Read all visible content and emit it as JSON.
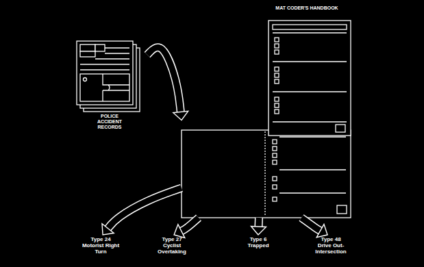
{
  "diagram": {
    "nodes": [
      {
        "text": [
          "POLICE ACCIDENT RECORDS"
        ]
      },
      {
        "text": [
          "MAT CODER'S HANDBOOK"
        ]
      },
      {
        "text": [
          "Type 24",
          "Motorist Right Turn"
        ]
      },
      {
        "text": [
          "Type 27",
          "Cyclist Overtaking"
        ]
      },
      {
        "text": [
          "Type 6",
          "Trapped"
        ]
      },
      {
        "text": [
          "Type 48",
          "Drive Out-Intersection"
        ]
      }
    ],
    "edges": [
      {
        "from": 0,
        "to": 1,
        "arrow": "to"
      },
      {
        "from": 1,
        "to": 2,
        "arrow": "to"
      },
      {
        "from": 1,
        "to": 3,
        "arrow": "to"
      },
      {
        "from": 1,
        "to": 4,
        "arrow": "to"
      },
      {
        "from": 1,
        "to": 5,
        "arrow": "to"
      }
    ]
  }
}
